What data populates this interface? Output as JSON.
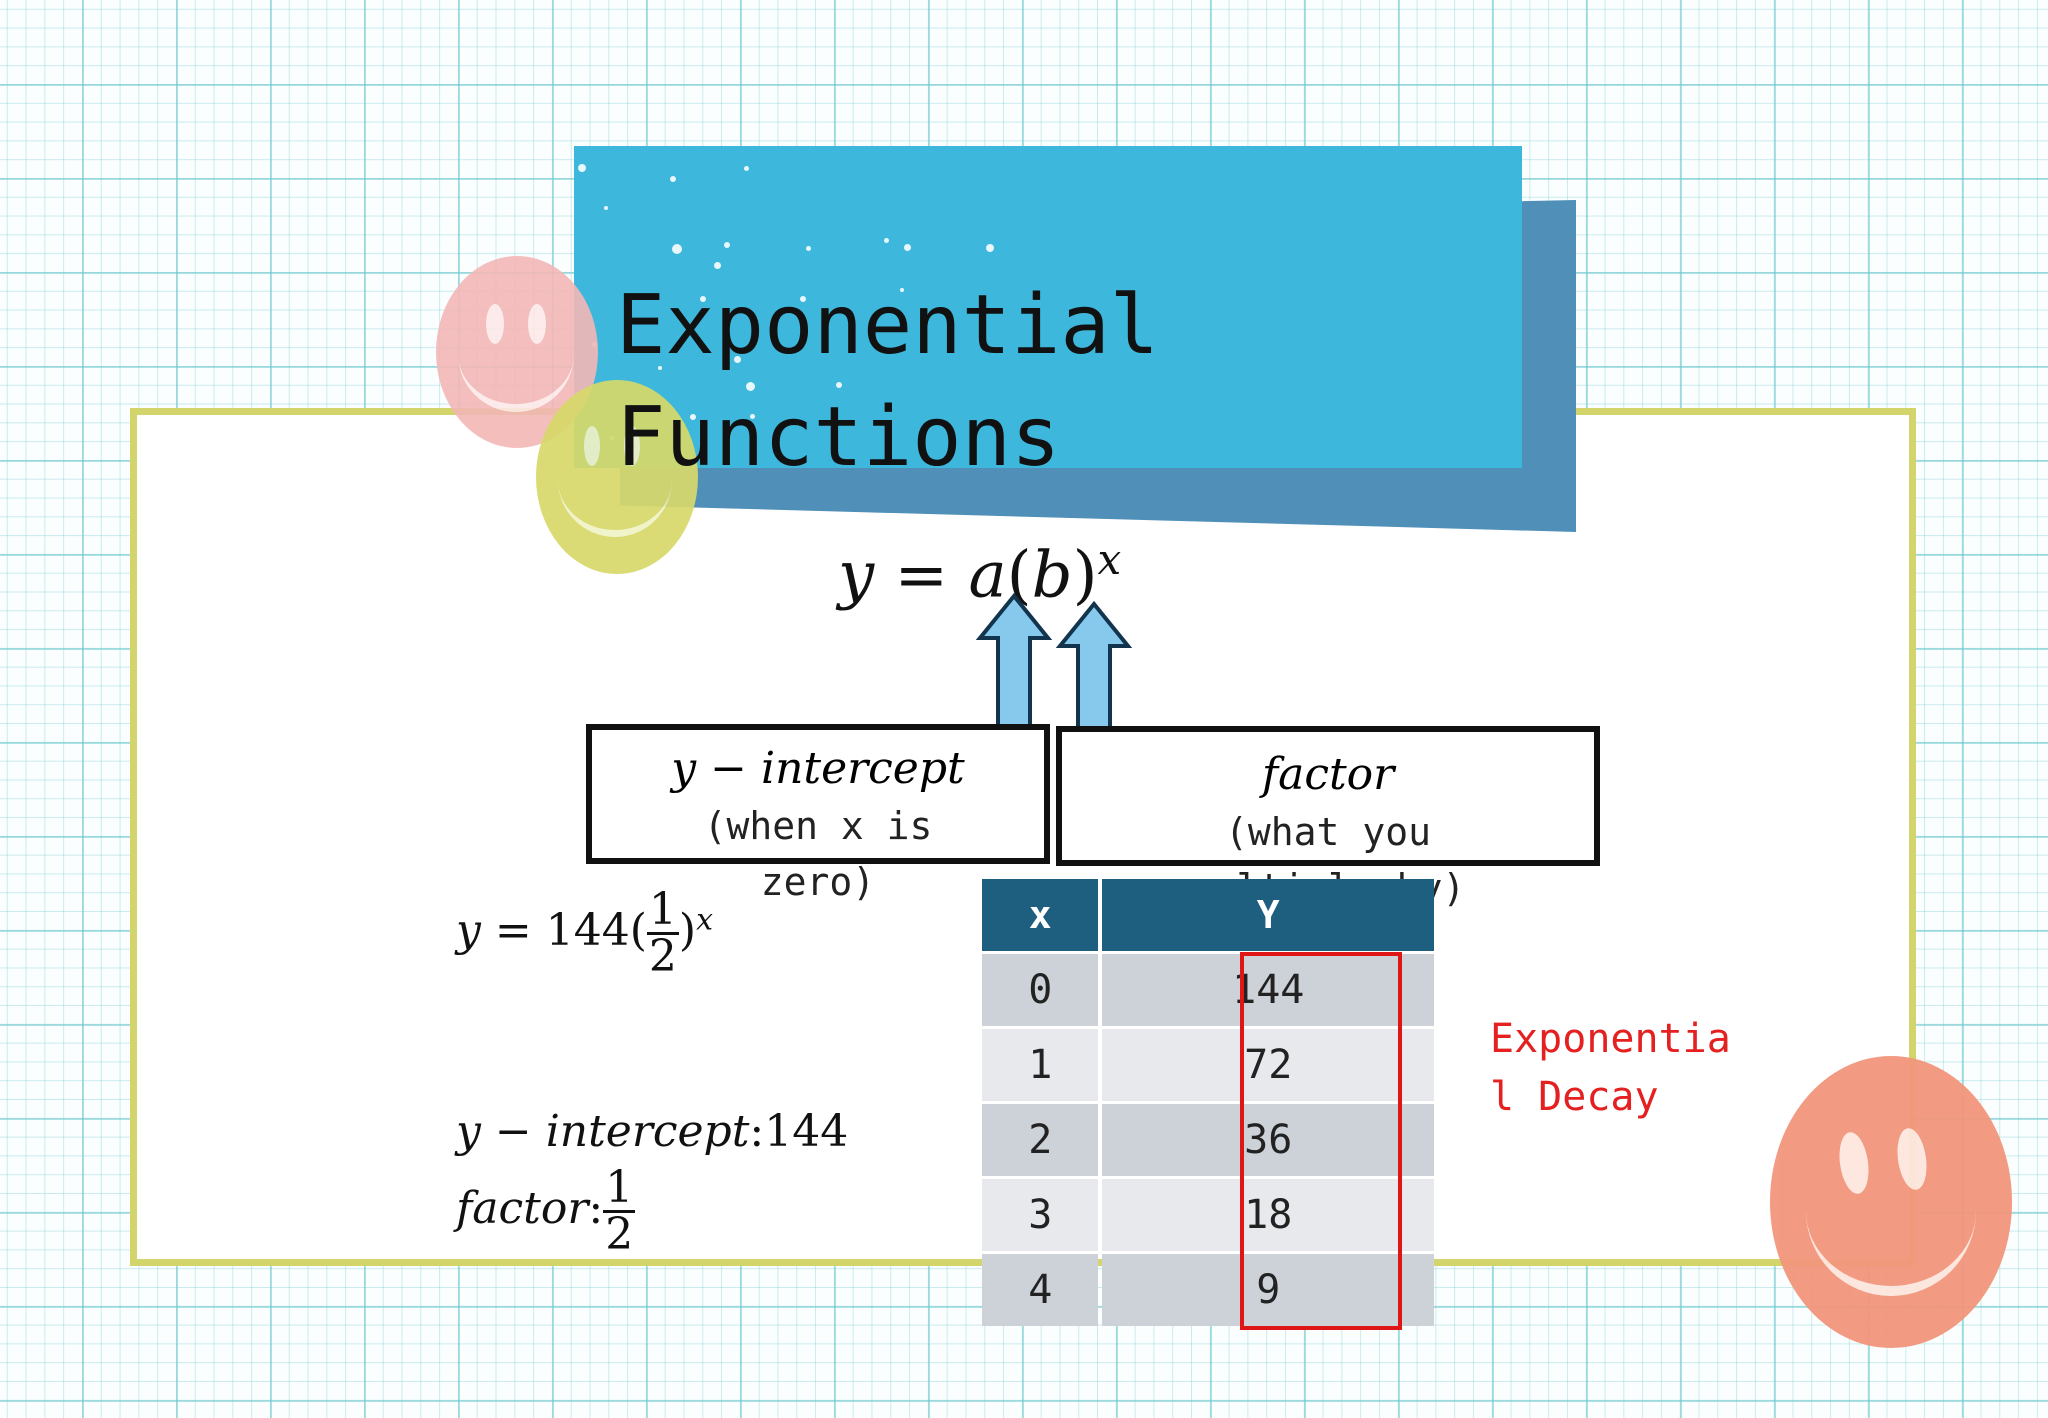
{
  "slide": {
    "title": "Exponential\nFunctions",
    "formula": {
      "lhs": "y",
      "eq": "=",
      "a": "a",
      "b": "b",
      "exp": "x"
    },
    "intercept_box": {
      "label": "y − intercept",
      "note": "(when x is\nzero)"
    },
    "factor_box": {
      "label": "factor",
      "note": "(what you\nmultiply by)"
    },
    "example": {
      "y": "y",
      "eq": "=",
      "coef": "144",
      "num": "1",
      "den": "2",
      "exp": "x"
    },
    "summary": {
      "intercept_label": "y − intercept",
      "intercept_value": "144",
      "factor_label": "factor",
      "factor_num": "1",
      "factor_den": "2"
    },
    "table": {
      "headers": [
        "x",
        "Y"
      ],
      "rows": [
        [
          "0",
          "144"
        ],
        [
          "1",
          "72"
        ],
        [
          "2",
          "36"
        ],
        [
          "3",
          "18"
        ],
        [
          "4",
          "9"
        ]
      ]
    },
    "decay_label": "Exponentia\nl Decay",
    "colors": {
      "banner": "#3db7dc",
      "banner_shadow": "#4f8fb8",
      "frame": "#d3d46b",
      "table_header": "#1e5f80",
      "highlight": "#e01515",
      "decay_text": "#e42020",
      "arrow_fill": "#86c9ec"
    }
  }
}
